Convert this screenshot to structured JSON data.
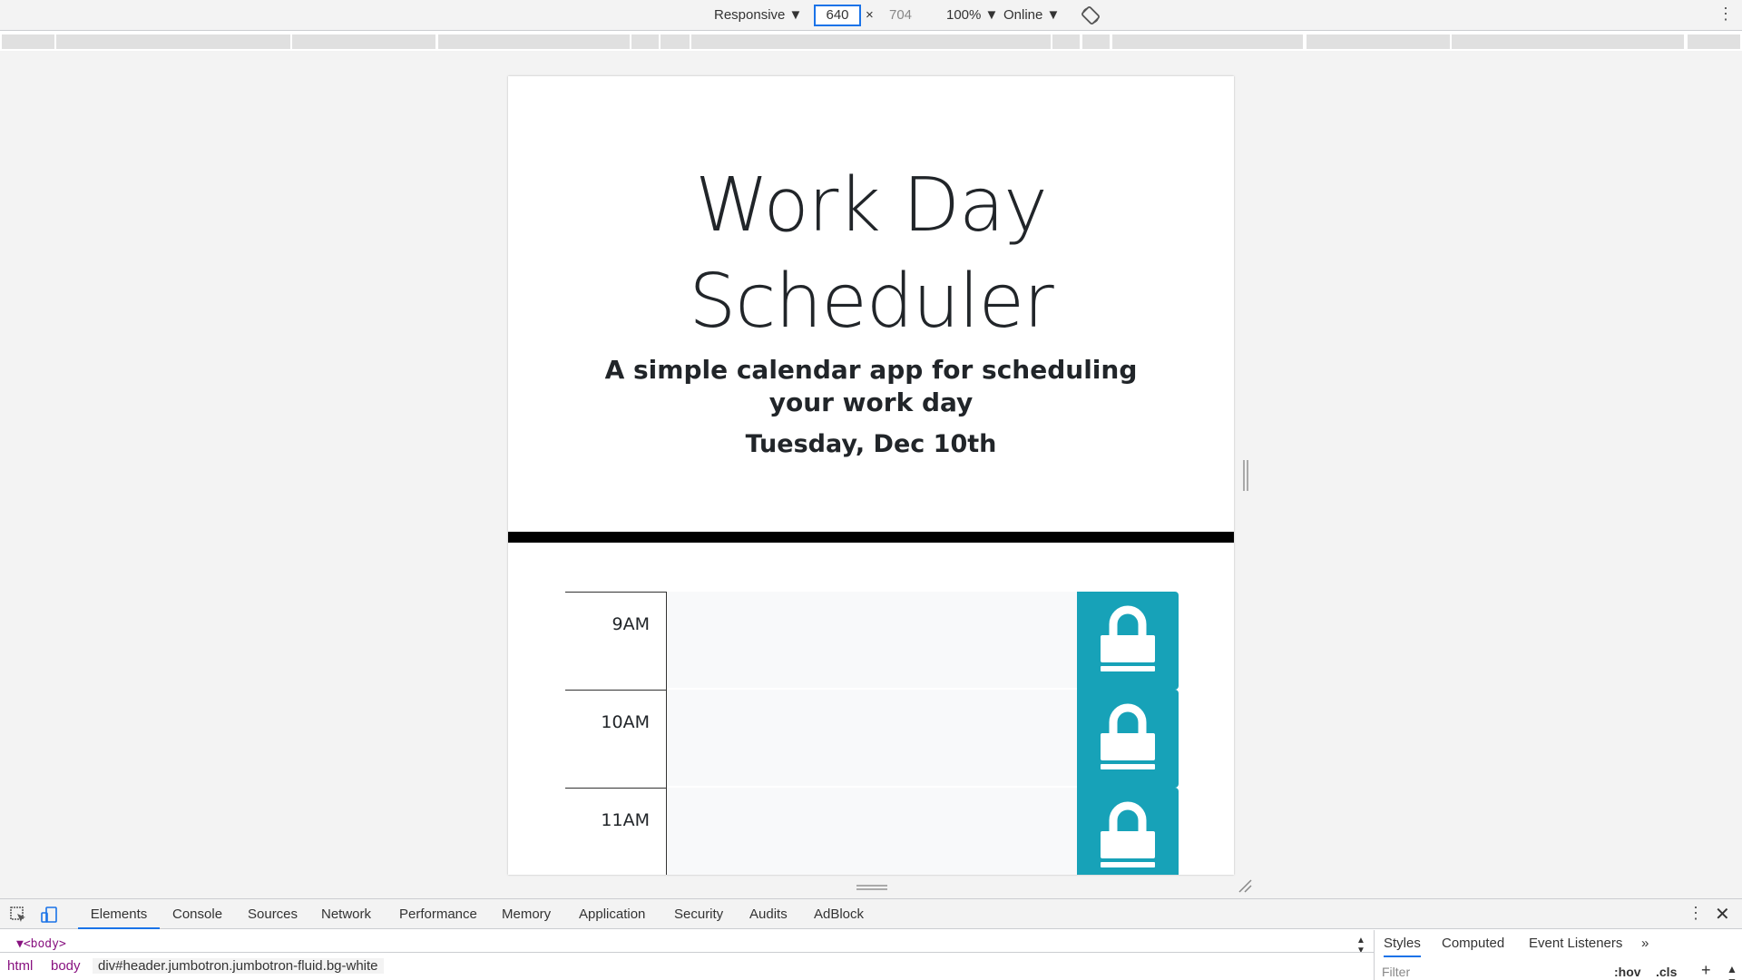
{
  "device_toolbar": {
    "device": "Responsive ▼",
    "width": "640",
    "times": "×",
    "height": "704",
    "zoom": "100% ▼",
    "network": "Online ▼",
    "more": "⋮"
  },
  "page": {
    "title": "Work Day Scheduler",
    "lead": "A simple calendar app for scheduling your work day",
    "current_day": "Tuesday, Dec 10th",
    "time_blocks": [
      {
        "hour": "9AM",
        "description": ""
      },
      {
        "hour": "10AM",
        "description": ""
      },
      {
        "hour": "11AM",
        "description": ""
      }
    ],
    "save_icon": "lock-icon",
    "colors": {
      "save": "#17a2b8",
      "divider": "#000000",
      "past": "#f8f9fa"
    }
  },
  "devtools": {
    "tabs": [
      "Elements",
      "Console",
      "Sources",
      "Network",
      "Performance",
      "Memory",
      "Application",
      "Security",
      "Audits",
      "AdBlock"
    ],
    "active_tab": "Elements",
    "dom_line": "▼<body>",
    "breadcrumbs": [
      "html",
      "body",
      "div#header.jumbotron.jumbotron-fluid.bg-white"
    ],
    "side_tabs": [
      "Styles",
      "Computed",
      "Event Listeners",
      "»"
    ],
    "filter_placeholder": "Filter",
    "hov": ":hov",
    "cls": ".cls",
    "plus": "+",
    "close": "✕",
    "more": "⋮"
  }
}
